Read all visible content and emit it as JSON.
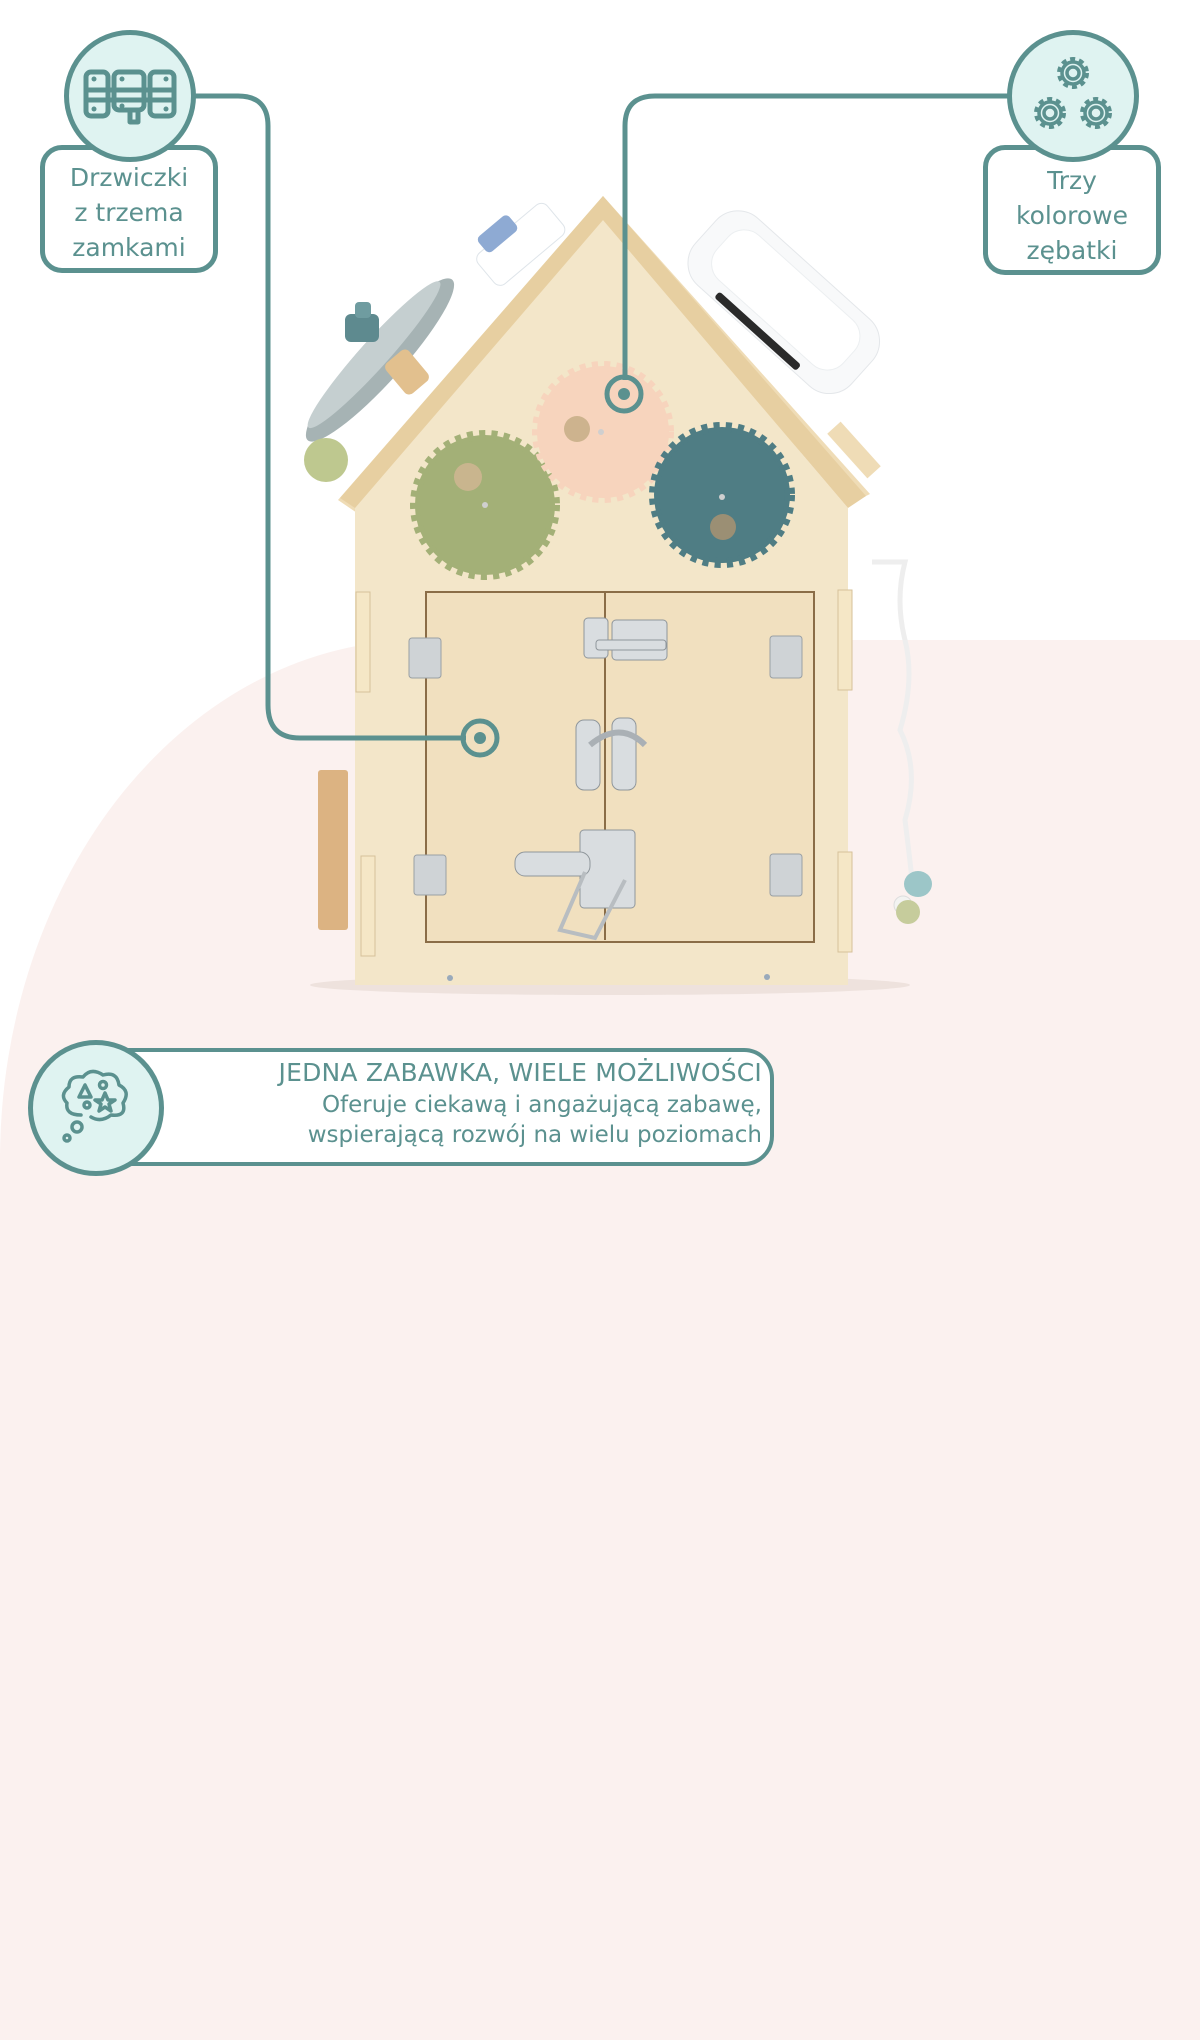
{
  "colors": {
    "accent": "#5b918f",
    "accent_fill": "#dff3f1",
    "background": "#ffffff",
    "background_arc": "#fbf1ef",
    "wood": "#f1e3c6",
    "gear_green": "#a3b077",
    "gear_peach": "#f7d4bd",
    "gear_teal": "#4f7d84"
  },
  "callouts": [
    {
      "id": "doors",
      "icon": "door-lock-latch-icon",
      "lines": [
        "Drzwiczki",
        "z trzema",
        "zamkami"
      ]
    },
    {
      "id": "gears",
      "icon": "three-gears-icon",
      "lines": [
        "Trzy",
        "kolorowe",
        "zębatki"
      ]
    }
  ],
  "banner": {
    "icon": "thought-bubble-shapes-icon",
    "title": "JEDNA ZABAWKA, WIELE MOŻLIWOŚCI",
    "line1": "Oferuje ciekawą i angażującą zabawę,",
    "line2": "wspierającą rozwój na wielu poziomach"
  },
  "product": {
    "name": "wooden-activity-house",
    "features": [
      "three colored gears",
      "double door with three locks",
      "bead maze wire",
      "steering wheel",
      "toy phone"
    ]
  }
}
